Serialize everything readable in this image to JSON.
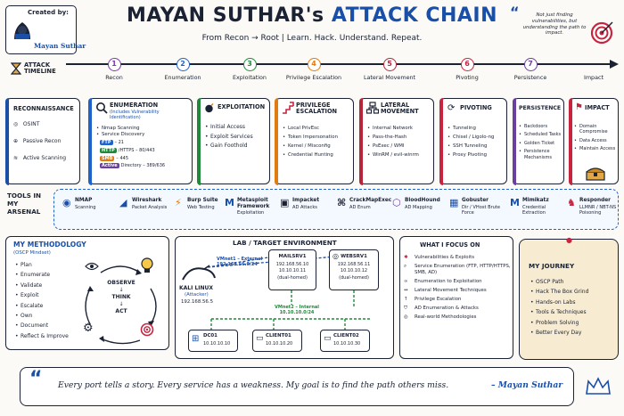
{
  "header": {
    "created_by": "Created by:",
    "author": "Mayan Suthar",
    "title_part1": "MAYAN SUTHAR's",
    "title_part2": "ATTACK CHAIN",
    "subtitle": "From Recon → Root  |  Learn. Hack. Understand. Repeat.",
    "quote": "Not just finding vulnerabilities, but understanding the path to impact."
  },
  "timeline": {
    "label": "ATTACK TIMELINE",
    "stages": [
      {
        "num": "1",
        "label": "Recon",
        "color": "#7b3aa8"
      },
      {
        "num": "2",
        "label": "Enumeration",
        "color": "#1f62c9"
      },
      {
        "num": "3",
        "label": "Exploitation",
        "color": "#21883b"
      },
      {
        "num": "4",
        "label": "Privilege Escalation",
        "color": "#e07b12"
      },
      {
        "num": "5",
        "label": "Lateral Movement",
        "color": "#b5263a"
      },
      {
        "num": "6",
        "label": "Pivoting",
        "color": "#c7243f"
      },
      {
        "num": "7",
        "label": "Persistence",
        "color": "#6a3fa0"
      },
      {
        "num": "",
        "label": "Impact",
        "color": "#1b2233"
      }
    ]
  },
  "stages": {
    "recon": {
      "title": "RECONNAISSANCE",
      "items": [
        "OSINT",
        "Passive Recon",
        "Active Scanning"
      ]
    },
    "enum": {
      "title": "ENUMERATION",
      "subtitle": "(Includes Vulnerability Identification)",
      "items": [
        "Nmap Scanning",
        "Service Discovery"
      ],
      "ports": [
        {
          "tag": "FTP",
          "text": "– 21",
          "color": "#1f62c9"
        },
        {
          "tag": "HTTP",
          "text": "/HTTPS – 80/443",
          "color": "#21883b"
        },
        {
          "tag": "SMB",
          "text": "– 445",
          "color": "#e07b12"
        },
        {
          "tag": "Active",
          "text": "Directory – 389/636",
          "color": "#6a3fa0"
        }
      ]
    },
    "exploit": {
      "title": "EXPLOITATION",
      "items": [
        "Initial Access",
        "Exploit Services",
        "Gain Foothold"
      ]
    },
    "privesc": {
      "title": "PRIVILEGE ESCALATION",
      "items": [
        "Local PrivEsc",
        "Token Impersonation",
        "Kernel / Misconfig",
        "Credential Hunting"
      ]
    },
    "lateral": {
      "title": "LATERAL MOVEMENT",
      "items": [
        "Internal Network",
        "Pass-the-Hash",
        "PsExec / WMI",
        "WinRM / evil-winrm"
      ]
    },
    "pivot": {
      "title": "PIVOTING",
      "items": [
        "Tunneling",
        "Chisel / Ligolo-ng",
        "SSH Tunneling",
        "Proxy Pivoting"
      ]
    },
    "persist": {
      "title": "PERSISTENCE",
      "items": [
        "Backdoors",
        "Scheduled Tasks",
        "Golden Ticket",
        "Persistence Mechanisms"
      ]
    },
    "impact": {
      "title": "IMPACT",
      "items": [
        "Domain Compromise",
        "Data Access",
        "Maintain Access"
      ]
    }
  },
  "arsenal": {
    "label": "TOOLS IN MY ARSENAL",
    "tools": [
      {
        "name": "NMAP",
        "desc": "Scanning"
      },
      {
        "name": "Wireshark",
        "desc": "Packet Analysis"
      },
      {
        "name": "Burp Suite",
        "desc": "Web Testing"
      },
      {
        "name": "Metasploit Framework",
        "desc": "Exploitation"
      },
      {
        "name": "Impacket",
        "desc": "AD Attacks"
      },
      {
        "name": "CrackMapExec",
        "desc": "AD Enum"
      },
      {
        "name": "BloodHound",
        "desc": "AD Mapping"
      },
      {
        "name": "Gobuster",
        "desc": "Dir / VHost Brute Force"
      },
      {
        "name": "Mimikatz",
        "desc": "Credential Extraction"
      },
      {
        "name": "Responder",
        "desc": "LLMNR / NBT-NS Poisoning"
      }
    ]
  },
  "methodology": {
    "title": "MY METHODOLOGY",
    "subtitle": "(OSCP Mindset)",
    "items": [
      "Plan",
      "Enumerate",
      "Validate",
      "Exploit",
      "Escalate",
      "Own",
      "Document",
      "Reflect & Improve"
    ],
    "cycle": [
      "OBSERVE",
      "THINK",
      "ACT"
    ]
  },
  "lab": {
    "title": "LAB / TARGET ENVIRONMENT",
    "vmnet1": "VMnet1 – External\n192.168.56.0/24",
    "vmnet2": "VMnet2 – Internal\n10.10.10.0/24",
    "kali": {
      "name": "KALI LINUX",
      "role": "(Attacker)",
      "ip": "192.168.56.5"
    },
    "mailsrv": {
      "name": "MAILSRV1",
      "ip1": "192.168.56.10",
      "ip2": "10.10.10.11",
      "note": "(dual-homed)"
    },
    "websrv": {
      "name": "WEBSRV1",
      "ip1": "192.168.56.11",
      "ip2": "10.10.10.12",
      "note": "(dual-homed)"
    },
    "dc": {
      "name": "DC01",
      "ip": "10.10.10.10"
    },
    "client1": {
      "name": "CLIENT01",
      "ip": "10.10.10.20"
    },
    "client2": {
      "name": "CLIENT02",
      "ip": "10.10.10.30"
    }
  },
  "focus": {
    "title": "WHAT I FOCUS ON",
    "items": [
      "Vulnerabilities & Exploits",
      "Service Enumeration (FTP, HTTP/HTTPS, SMB, AD)",
      "Enumeration to Exploitation",
      "Lateral Movement Techniques",
      "Privilege Escalation",
      "AD Enumeration & Attacks",
      "Real-world Methodologies"
    ]
  },
  "journey": {
    "title": "MY JOURNEY",
    "items": [
      "OSCP Path",
      "Hack The Box Grind",
      "Hands-on Labs",
      "Tools & Techniques",
      "Problem Solving",
      "Better Every Day"
    ]
  },
  "footer": {
    "quote": "Every port tells a story. Every service has a weakness. My goal is to find the path others miss.",
    "author": "– Mayan Suthar"
  },
  "colors": {
    "navy": "#1b2233",
    "blue": "#1a4fa8",
    "purple": "#7b3aa8",
    "green": "#21883b",
    "orange": "#e07b12",
    "red": "#c7243f"
  }
}
